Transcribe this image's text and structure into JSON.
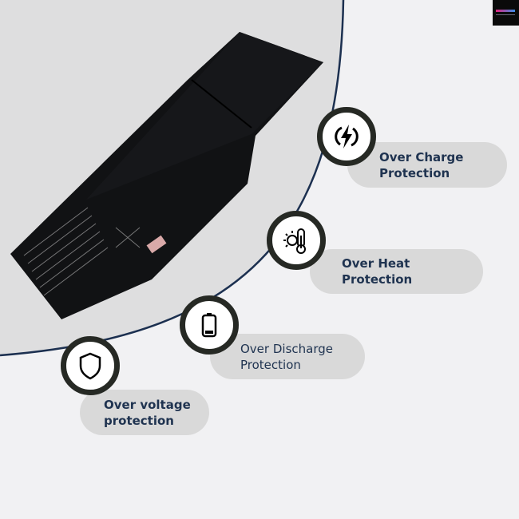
{
  "brand_logo": {
    "label": "Brand logo"
  },
  "colors": {
    "text": "#1f3350",
    "line": "#1c3050",
    "pill": "#d9d9d9",
    "ring": "#262924",
    "battery": "#111214"
  },
  "features": [
    {
      "icon": "lightning-charge-icon",
      "line1": "Over Charge",
      "line2": "Protection"
    },
    {
      "icon": "thermometer-heat-icon",
      "line1": "Over Heat",
      "line2": "Protection"
    },
    {
      "icon": "battery-low-icon",
      "line1": "Over Discharge",
      "line2": "Protection"
    },
    {
      "icon": "shield-icon",
      "line1": "Over voltage",
      "line2": "protection"
    }
  ]
}
